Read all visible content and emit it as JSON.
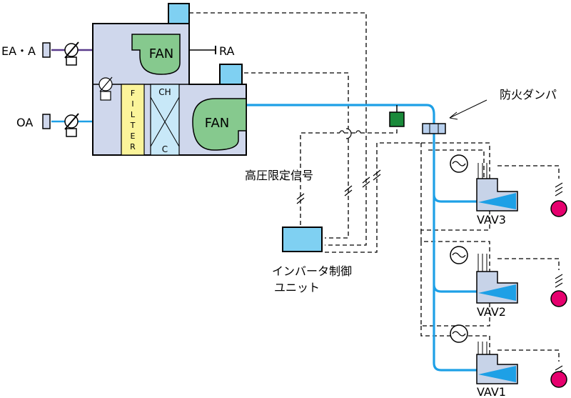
{
  "labels": {
    "ea_a": "EA・A",
    "oa": "OA",
    "ra": "RA",
    "fan_return": "FAN",
    "fan_supply": "FAN",
    "filter_letters": [
      "F",
      "I",
      "L",
      "T",
      "E",
      "R"
    ],
    "ch": "CH",
    "c": "C",
    "fire_damper": "防火ダンパ",
    "high_pressure_signal": "高圧限定信号",
    "inverter_line1": "インバータ制御",
    "inverter_line2": "ユニット",
    "vav3": "VAV3",
    "vav2": "VAV2",
    "vav1": "VAV1"
  },
  "colors": {
    "ahu_body": "#cfd7ec",
    "fan_fill": "#86c98e",
    "filter_fill": "#fbf49a",
    "coil_fill": "#c8e8f8",
    "duct": "#1ea0e6",
    "inverter_fill": "#7fd0f2",
    "sensor_green": "#1a8a3a",
    "thermostat": "#e6006e",
    "outlet_gray": "#9aa6b8",
    "outline": "#000000"
  },
  "icons": [
    "fan-icon",
    "damper-icon",
    "sine-sensor-icon",
    "thermostat-icon",
    "vav-box-icon",
    "duct-sensor-icon"
  ]
}
